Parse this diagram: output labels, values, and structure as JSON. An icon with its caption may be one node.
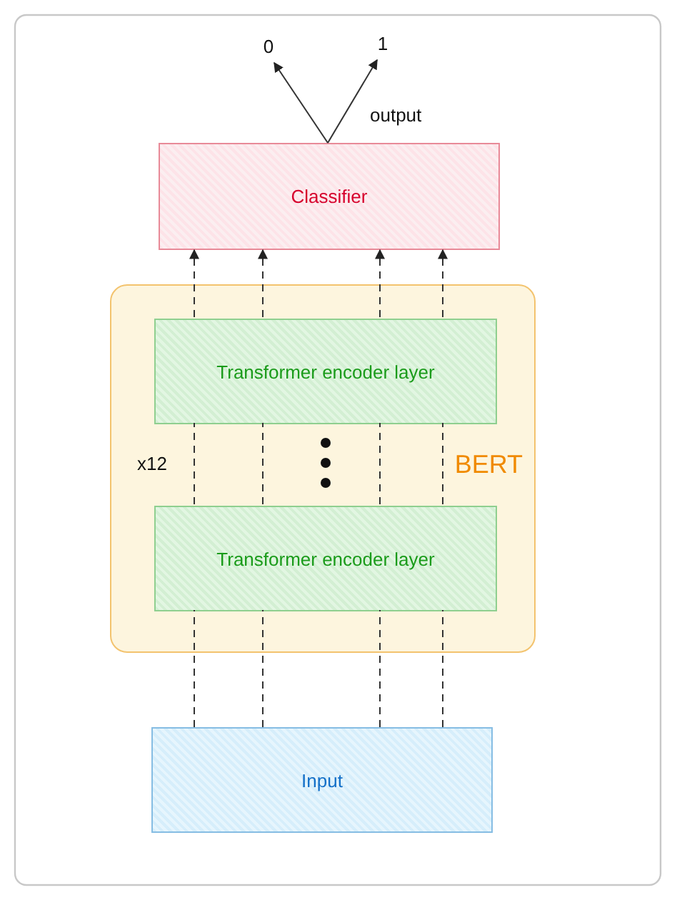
{
  "diagram": {
    "nodes": [
      {
        "text": [
          "0"
        ]
      },
      {
        "text": [
          "1"
        ]
      },
      {
        "text": [
          "Classifier"
        ]
      },
      {
        "text": [
          "BERT"
        ]
      },
      {
        "text": [
          "Transformer encoder layer"
        ],
        "in": 3
      },
      {
        "text": [
          "Transformer encoder layer"
        ],
        "in": 3
      },
      {
        "text": [
          "Input"
        ]
      }
    ],
    "edges": [
      {
        "from": 2,
        "to": 0,
        "arrow": "to"
      },
      {
        "from": 2,
        "to": 1,
        "arrow": "to"
      },
      {
        "from": 6,
        "to": 5,
        "arrow": "none",
        "style": "dashed"
      },
      {
        "from": 6,
        "to": 5,
        "arrow": "none",
        "style": "dashed"
      },
      {
        "from": 6,
        "to": 5,
        "arrow": "none",
        "style": "dashed"
      },
      {
        "from": 6,
        "to": 5,
        "arrow": "none",
        "style": "dashed"
      },
      {
        "from": 5,
        "to": 4,
        "arrow": "none",
        "style": "dashed"
      },
      {
        "from": 5,
        "to": 4,
        "arrow": "none",
        "style": "dashed"
      },
      {
        "from": 5,
        "to": 4,
        "arrow": "none",
        "style": "dashed"
      },
      {
        "from": 5,
        "to": 4,
        "arrow": "none",
        "style": "dashed"
      },
      {
        "from": 4,
        "to": 2,
        "arrow": "to",
        "style": "dashed"
      },
      {
        "from": 4,
        "to": 2,
        "arrow": "to",
        "style": "dashed"
      },
      {
        "from": 4,
        "to": 2,
        "arrow": "to",
        "style": "dashed"
      },
      {
        "from": 4,
        "to": 2,
        "arrow": "to",
        "style": "dashed"
      }
    ],
    "labels": [
      "output",
      "x12"
    ]
  }
}
